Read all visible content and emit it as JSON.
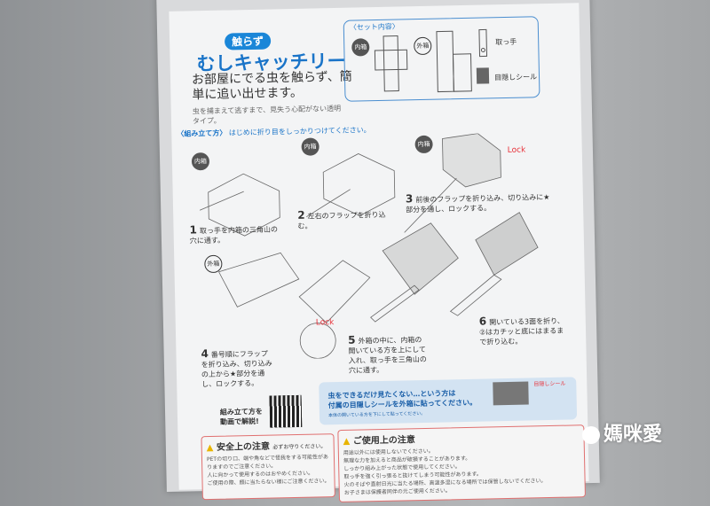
{
  "header": {
    "badge": "触らず",
    "title": "むしキャッチリー",
    "lead": "お部屋にでる虫を触らず、簡単に追い出せます。",
    "sub": "虫を捕まえて逃すまで、見失う心配がない透明タイプ。"
  },
  "set_contents": {
    "heading": "〈セット内容〉",
    "inner_box": "内箱",
    "outer_box": "外箱",
    "handle": "取っ手",
    "seal": "目隠しシール"
  },
  "assembly": {
    "heading": "〈組み立て方〉",
    "note": "はじめに折り目をしっかりつけてください。",
    "lock": "Lock",
    "steps": [
      {
        "num": "1",
        "text": "取っ手を内箱の三角山の穴に通す。"
      },
      {
        "num": "2",
        "text": "左右のフラップを折り込む。"
      },
      {
        "num": "3",
        "text": "前後のフラップを折り込み、切り込みに★部分を通し、ロックする。"
      },
      {
        "num": "4",
        "text": "番号順にフラップを折り込み、切り込みの上から★部分を通し、ロックする。"
      },
      {
        "num": "5",
        "text": "外箱の中に、内箱の開いている方を上にして入れ、取っ手を三角山の穴に通す。"
      },
      {
        "num": "6",
        "text": "開いている3面を折り、②はカチッと底にはまるまで折り込む。"
      }
    ]
  },
  "video": {
    "text": "組み立て方を動画で解説!"
  },
  "tip": {
    "line1": "虫をできるだけ見たくない…という方は",
    "line2": "付属の目隠しシールを外箱に貼ってください。",
    "small": "本体の開いている方を下にして貼ってください。",
    "seal_label": "目隠しシール"
  },
  "safety": {
    "heading": "安全上の注意",
    "sub": "必ずお守りください。",
    "items": [
      "PETの切り口、端や角などで怪我をする可能性がありますのでご注意ください。",
      "人に向かって使用するのはおやめください。",
      "ご使用の際、顔に当たらない様にご注意ください。"
    ]
  },
  "usage": {
    "heading": "ご使用上の注意",
    "items": [
      "用途以外には使用しないでください。",
      "無理な力を加えると商品が破損することがあります。",
      "しっかり組み上がった状態で使用してください。",
      "取っ手を強く引っ張ると抜けてしまう可能性があります。",
      "火のそばや直射日光に当たる場所、高温多湿になる場所では保管しないでください。",
      "お子さまは保護者同伴の元ご使用ください。"
    ]
  },
  "watermark": "媽咪愛",
  "colors": {
    "accent": "#1a74c8",
    "lock_red": "#e8333b",
    "tip_bg": "#d3e3f2"
  }
}
